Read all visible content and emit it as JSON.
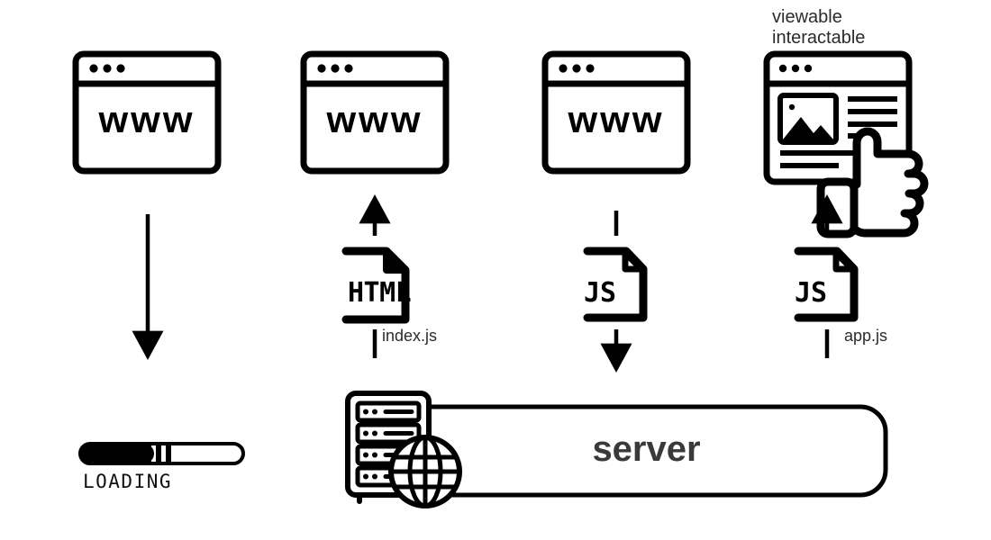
{
  "diagram": {
    "title_caption": "viewable\ninteractable",
    "stages": [
      {
        "id": "stage-1",
        "browser_text": "www",
        "file_label": null,
        "file_type": null
      },
      {
        "id": "stage-2",
        "browser_text": "www",
        "file_label": "index.js",
        "file_type": "HTML"
      },
      {
        "id": "stage-3",
        "browser_text": "www",
        "file_label": null,
        "file_type": "JS"
      },
      {
        "id": "stage-4",
        "browser_text": null,
        "file_label": "app.js",
        "file_type": "JS"
      }
    ],
    "file_icons": {
      "html_text": "HTML",
      "js_text": "JS"
    },
    "loading": {
      "label": "LOADING",
      "progress_percent": 45
    },
    "server": {
      "label": "server"
    },
    "captions": {
      "viewable": "viewable",
      "interactable": "interactable",
      "index_js": "index.js",
      "app_js": "app.js"
    },
    "colors": {
      "stroke": "#000000",
      "text": "#2b2b2b",
      "server_text": "#3a3a3a",
      "background": "#ffffff"
    }
  }
}
